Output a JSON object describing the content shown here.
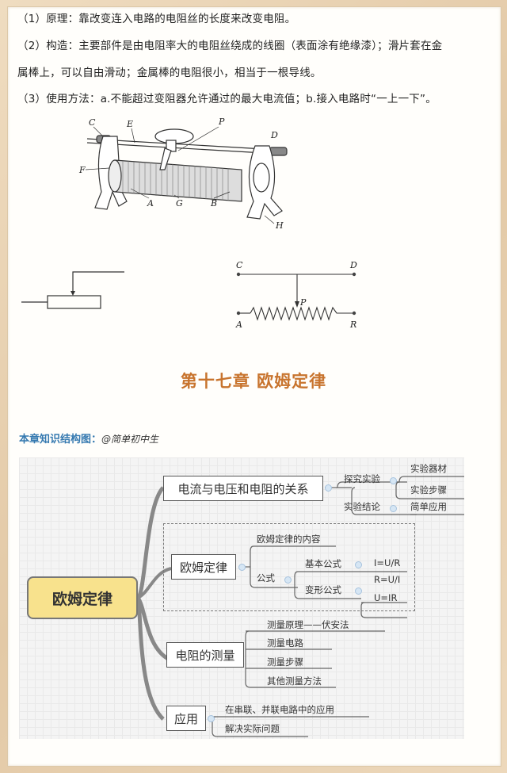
{
  "paragraphs": [
    "（1）原理：靠改变连入电路的电阻丝的长度来改变电阻。",
    "（2）构造：主要部件是由电阻率大的电阻丝绕成的线圈（表面涂有绝缘漆）；滑片套在金",
    "属棒上，可以自由滑动；金属棒的电阻很小，相当于一根导线。",
    "（3）使用方法：a.不能超过变阻器允许通过的最大电流值；b.接入电路时“一上一下”。"
  ],
  "rheostat_figure": {
    "labels": {
      "C": "C",
      "E": "E",
      "P": "P",
      "D": "D",
      "F": "F",
      "A": "A",
      "G": "G",
      "B": "B",
      "H": "H"
    }
  },
  "circuit_symbol": {
    "labels": {
      "C": "C",
      "D": "D",
      "P": "P",
      "A": "A",
      "B": "R"
    }
  },
  "chapter_title": "第十七章 欧姆定律",
  "knowledge_map": {
    "heading": "本章知识结构图：",
    "author": "@简单初中生",
    "root": "欧姆定律",
    "branches": [
      {
        "label": "电流与电压和电阻的关系",
        "children": [
          {
            "label": "探究实验",
            "children": [
              "实验器材",
              "实验步骤"
            ]
          },
          {
            "label": "实验结论",
            "children": [
              "简单应用"
            ]
          }
        ]
      },
      {
        "label": "欧姆定律",
        "children": [
          {
            "label": "欧姆定律的内容"
          },
          {
            "label": "公式",
            "children": [
              {
                "label": "基本公式",
                "children": [
                  "I=U/R"
                ]
              },
              {
                "label": "变形公式",
                "children": [
                  "R=U/I",
                  "U=IR"
                ]
              }
            ]
          }
        ]
      },
      {
        "label": "电阻的测量",
        "children": [
          "测量原理——伏安法",
          "测量电路",
          "测量步骤",
          "其他测量方法"
        ]
      },
      {
        "label": "应用",
        "children": [
          "在串联、并联电路中的应用",
          "解决实际问题"
        ]
      }
    ]
  }
}
